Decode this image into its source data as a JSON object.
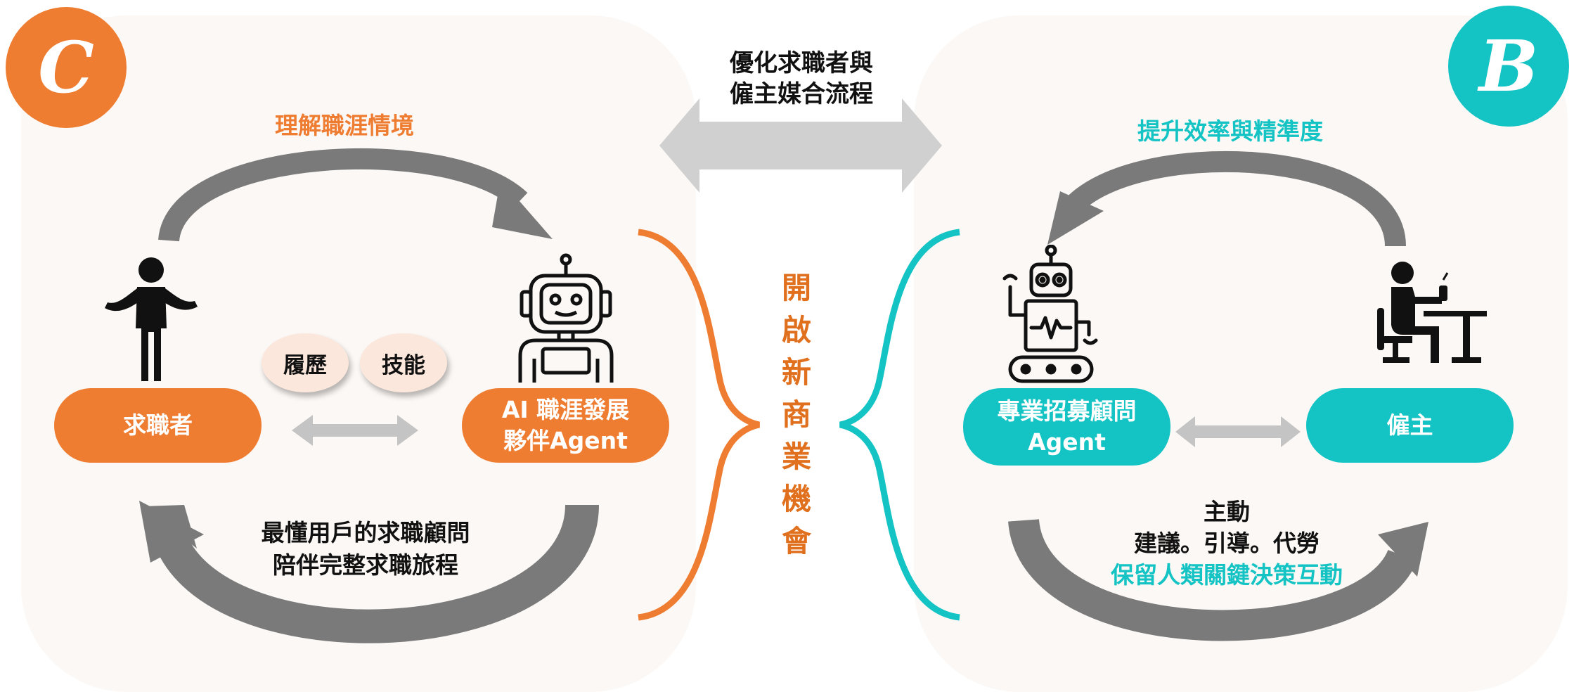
{
  "badges": {
    "left": "C",
    "right": "B"
  },
  "top_exchange": {
    "line1": "優化求職者與",
    "line2": "僱主媒合流程"
  },
  "center_label": {
    "chars": [
      "開",
      "啟",
      "新",
      "商",
      "業",
      "機",
      "會"
    ]
  },
  "left": {
    "arc_label": "理解職涯情境",
    "seeker": "求職者",
    "chips": [
      "履歷",
      "技能"
    ],
    "ai_agent": {
      "line1": "AI 職涯發展",
      "line2": "夥伴Agent"
    },
    "bottom": {
      "line1": "最懂用戶的求職顧問",
      "line2": "陪伴完整求職旅程"
    }
  },
  "right": {
    "arc_label": "提升效率與精準度",
    "recruit_agent": {
      "line1": "專業招募顧問",
      "line2": "Agent"
    },
    "employer": "僱主",
    "bottom": {
      "line1": "主動",
      "line2": "建議。引導。代勞",
      "line3": "保留人類關鍵決策互動"
    }
  },
  "colors": {
    "orange": "#ee7d32",
    "teal": "#14c3c3",
    "gray_arrow": "#7a7a7a",
    "light_gray": "#c8c8c8",
    "panel": "#fcf8f5"
  },
  "icons": [
    "person-shrug-icon",
    "robot-head-icon",
    "robot-tracked-icon",
    "person-desk-icon"
  ]
}
